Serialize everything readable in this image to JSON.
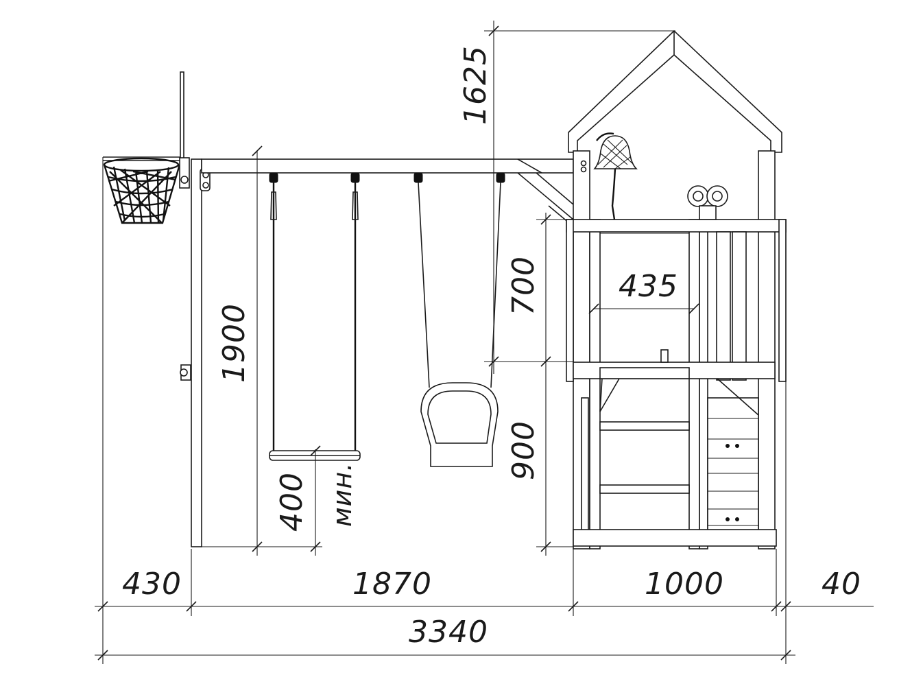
{
  "dimensions": {
    "roof_height": "1625",
    "beam_height": "1900",
    "seat_clearance": "400",
    "seat_clearance_note": "мин.",
    "rail_height": "700",
    "tower_inner_width": "435",
    "deck_height": "900",
    "hoop_overhang": "430",
    "swing_span": "1870",
    "tower_width": "1000",
    "right_offset": "40",
    "total_length": "3340"
  }
}
